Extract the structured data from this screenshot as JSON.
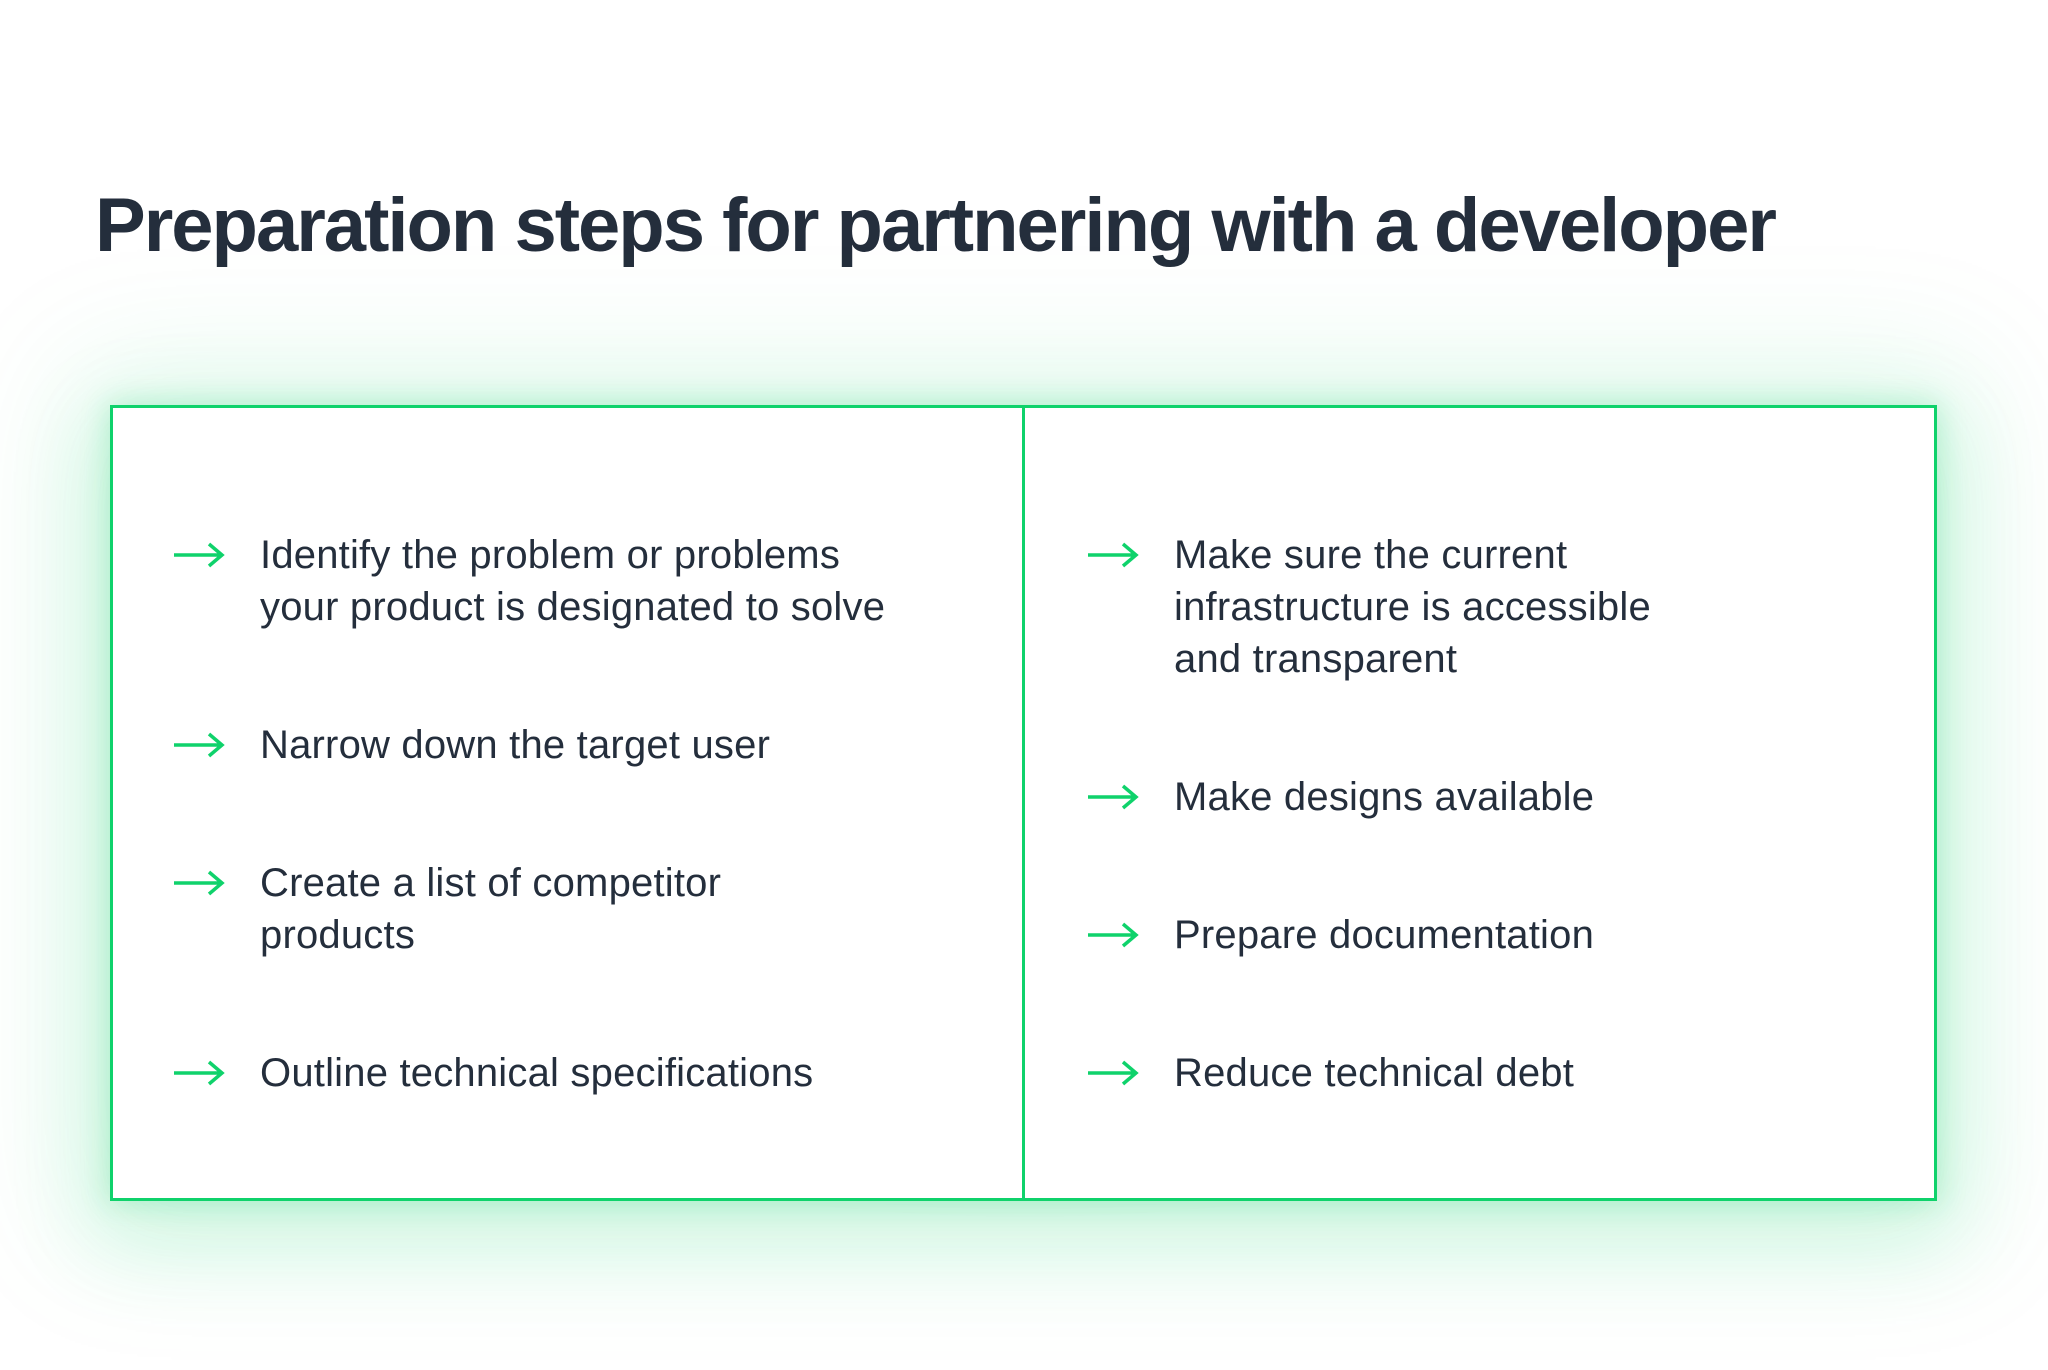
{
  "title": "Preparation steps for partnering with a developer",
  "panel": {
    "columns": [
      {
        "name": "left",
        "items": [
          {
            "icon": "arrow-right-icon",
            "text": "Identify the problem or problems\nyour product is designated to solve"
          },
          {
            "icon": "arrow-right-icon",
            "text": "Narrow down the target user"
          },
          {
            "icon": "arrow-right-icon",
            "text": "Create a list of competitor\nproducts"
          },
          {
            "icon": "arrow-right-icon",
            "text": "Outline technical specifications"
          }
        ]
      },
      {
        "name": "right",
        "items": [
          {
            "icon": "arrow-right-icon",
            "text": "Make sure the current\ninfrastructure is accessible\nand transparent"
          },
          {
            "icon": "arrow-right-icon",
            "text": "Make designs available"
          },
          {
            "icon": "arrow-right-icon",
            "text": "Prepare documentation"
          },
          {
            "icon": "arrow-right-icon",
            "text": "Reduce technical debt"
          }
        ]
      }
    ]
  },
  "colors": {
    "accent_green": "#0fd26b",
    "text_dark": "#242e3c",
    "background": "#ffffff"
  }
}
